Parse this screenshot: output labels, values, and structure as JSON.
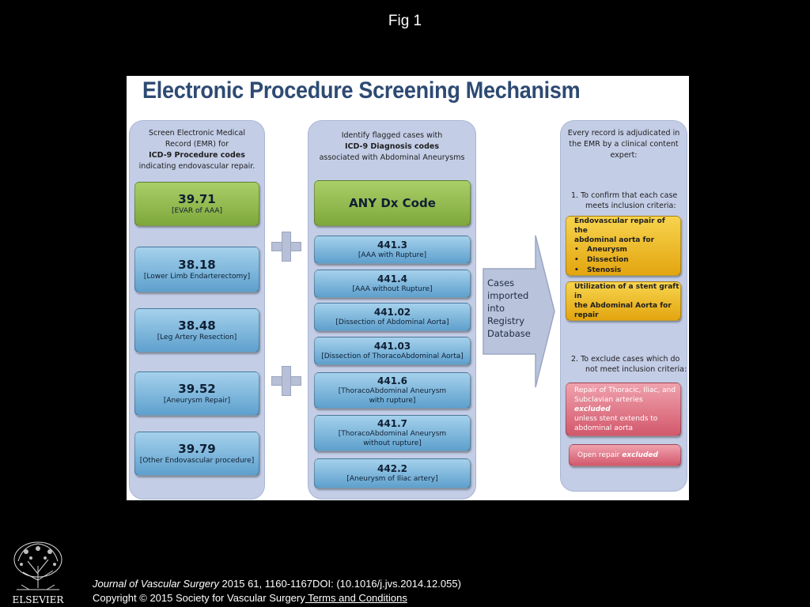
{
  "slide_title": "Fig 1",
  "figure": {
    "title": "Electronic Procedure Screening Mechanism",
    "left_column": {
      "header_line1": "Screen Electronic Medical",
      "header_line2": "Record (EMR) for",
      "header_line3": "ICD-9 Procedure codes",
      "header_line4": "indicating endovascular repair.",
      "boxes": [
        {
          "code": "39.71",
          "label": "[EVAR of AAA]",
          "color": "green"
        },
        {
          "code": "38.18",
          "label": "[Lower Limb Endarterectomy]",
          "color": "blue"
        },
        {
          "code": "38.48",
          "label": "[Leg Artery Resection]",
          "color": "blue"
        },
        {
          "code": "39.52",
          "label": "[Aneurysm Repair]",
          "color": "blue"
        },
        {
          "code": "39.79",
          "label": "[Other Endovascular procedure]",
          "color": "blue"
        }
      ]
    },
    "middle_column": {
      "header_line1": "Identify flagged cases with",
      "header_line2": "ICD-9 Diagnosis codes",
      "header_line3": "associated with Abdominal Aneurysms",
      "any_code": "ANY Dx Code",
      "boxes": [
        {
          "code": "441.3",
          "label": "[AAA with Rupture]"
        },
        {
          "code": "441.4",
          "label": "[AAA without Rupture]"
        },
        {
          "code": "441.02",
          "label": "[Dissection of Abdominal Aorta]"
        },
        {
          "code": "441.03",
          "label": "[Dissection of ThoracoAbdominal Aorta]"
        },
        {
          "code": "441.6",
          "label_line1": "[ThoracoAbdominal Aneurysm",
          "label_line2": "with rupture]"
        },
        {
          "code": "441.7",
          "label_line1": "[ThoracoAbdominal Aneurysm",
          "label_line2": "without rupture]"
        },
        {
          "code": "442.2",
          "label": "[Aneurysm of Iliac artery]"
        }
      ]
    },
    "arrow": {
      "line1": "Cases",
      "line2": "imported",
      "line3": "into",
      "line4": "Registry",
      "line5": "Database"
    },
    "right_column": {
      "header_line1": "Every record is adjudicated in",
      "header_line2": "the EMR by a clinical content",
      "header_line3": "expert:",
      "step1_line1": "1.   To confirm that each case",
      "step1_line2": "meets inclusion criteria:",
      "yellow1_title_line1": "Endovascular repair of the",
      "yellow1_title_line2": "abdominal aorta for",
      "yellow1_items": [
        "Aneurysm",
        "Dissection",
        "Stenosis"
      ],
      "yellow2_line1": "Utilization of a stent graft in",
      "yellow2_line2": "the Abdominal Aorta for",
      "yellow2_line3": "repair",
      "step2_line1": "2.   To exclude cases which do",
      "step2_line2": "not meet inclusion criteria:",
      "red1_line1": "Repair of Thoracic, Iliac, and",
      "red1_line2a": "Subclavian arteries ",
      "red1_line2b": "excluded",
      "red1_line3": "unless stent extends to",
      "red1_line4": "abdominal aorta",
      "red2_text_a": "Open repair ",
      "red2_text_b": "excluded"
    }
  },
  "footer": {
    "logo_text": "ELSEVIER",
    "journal": "Journal of Vascular Surgery",
    "citation": " 2015 61, 1160-1167DOI: (10.1016/j.jvs.2014.12.055)",
    "copyright": "Copyright © 2015 Society for Vascular Surgery",
    "terms": " Terms and Conditions"
  }
}
